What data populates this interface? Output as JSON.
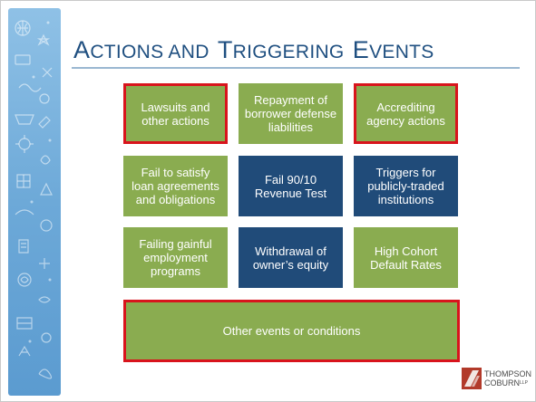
{
  "slide": {
    "title": {
      "word1_initial": "A",
      "word1_rest": "CTIONS AND",
      "word2_initial": "T",
      "word2_rest": "RIGGERING",
      "word3_initial": "E",
      "word3_rest": "VENTS"
    },
    "tiles": [
      {
        "label": "Lawsuits and other actions",
        "color": "green",
        "highlighted": true
      },
      {
        "label": "Repayment of borrower defense liabilities",
        "color": "green",
        "highlighted": false
      },
      {
        "label": "Accrediting agency actions",
        "color": "green",
        "highlighted": true
      },
      {
        "label": "Fail to satisfy loan agreements and obligations",
        "color": "green",
        "highlighted": false
      },
      {
        "label": "Fail 90/10 Revenue Test",
        "color": "blue",
        "highlighted": false
      },
      {
        "label": "Triggers for publicly-traded institutions",
        "color": "blue",
        "highlighted": false
      },
      {
        "label": "Failing gainful employment programs",
        "color": "green",
        "highlighted": false
      },
      {
        "label": "Withdrawal of owner’s equity",
        "color": "blue",
        "highlighted": false
      },
      {
        "label": "High Cohort Default Rates",
        "color": "green",
        "highlighted": false
      },
      {
        "label": "Other events or conditions",
        "color": "green",
        "highlighted": true
      }
    ],
    "logo": {
      "line1": "THOMPSON",
      "line2": "COBURN",
      "suffix": "LLP"
    },
    "colors": {
      "green": "#8aac50",
      "blue": "#204b79",
      "highlight_border": "#d8141c",
      "title": "#1f4f80"
    }
  }
}
